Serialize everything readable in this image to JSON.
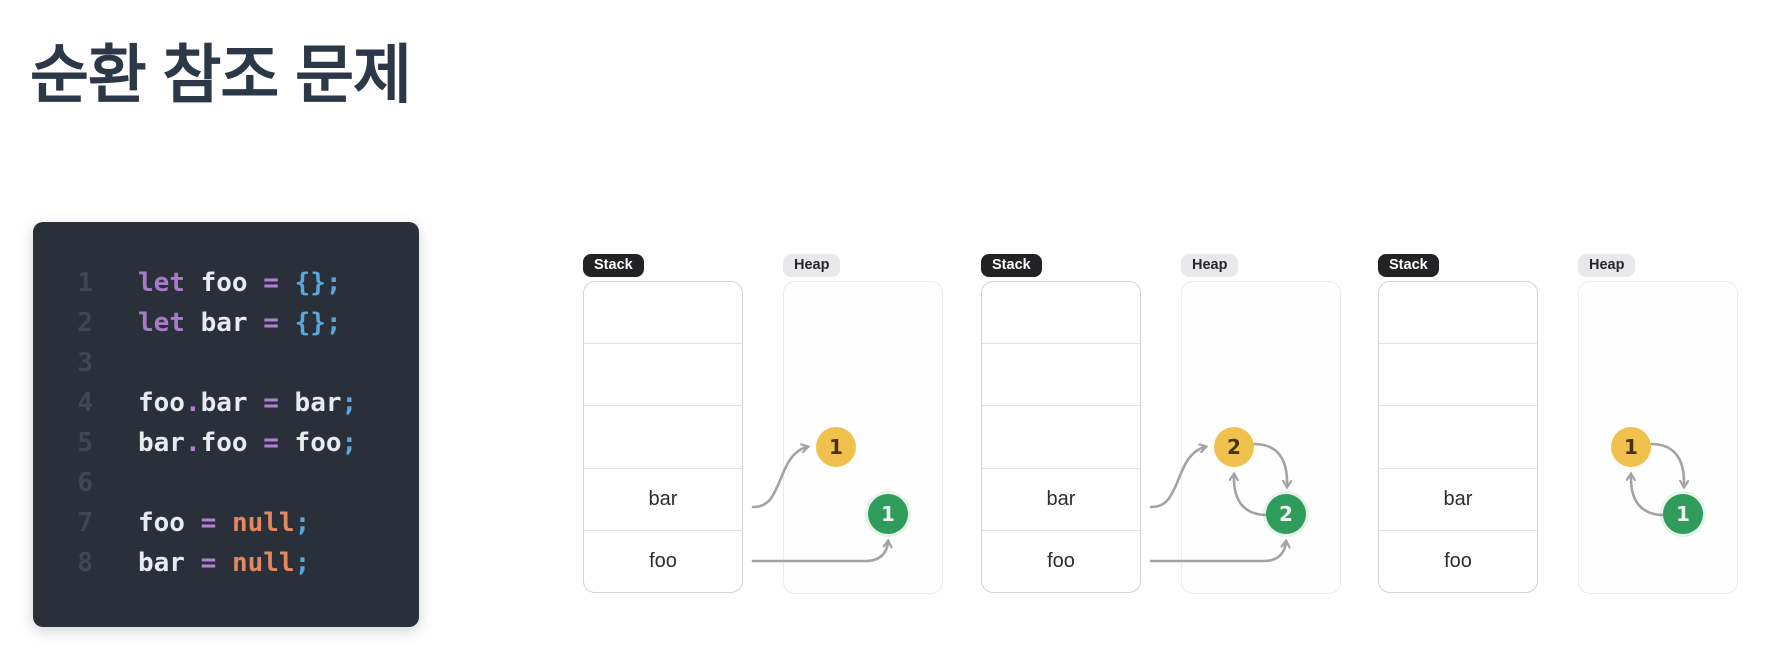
{
  "title": "순환 참조 문제",
  "code": {
    "lines": [
      {
        "num": "1",
        "tokens": [
          [
            "let",
            "kw"
          ],
          [
            " foo ",
            "pl"
          ],
          [
            "=",
            "op"
          ],
          [
            " ",
            "pl"
          ],
          [
            "{};",
            "pu"
          ]
        ]
      },
      {
        "num": "2",
        "tokens": [
          [
            "let",
            "kw"
          ],
          [
            " bar ",
            "pl"
          ],
          [
            "=",
            "op"
          ],
          [
            " ",
            "pl"
          ],
          [
            "{};",
            "pu"
          ]
        ]
      },
      {
        "num": "3",
        "tokens": []
      },
      {
        "num": "4",
        "tokens": [
          [
            "foo",
            "pl"
          ],
          [
            ".",
            "op"
          ],
          [
            "bar ",
            "pl"
          ],
          [
            "=",
            "op"
          ],
          [
            " bar",
            "pl"
          ],
          [
            ";",
            "pu"
          ]
        ]
      },
      {
        "num": "5",
        "tokens": [
          [
            "bar",
            "pl"
          ],
          [
            ".",
            "op"
          ],
          [
            "foo ",
            "pl"
          ],
          [
            "=",
            "op"
          ],
          [
            " foo",
            "pl"
          ],
          [
            ";",
            "pu"
          ]
        ]
      },
      {
        "num": "6",
        "tokens": []
      },
      {
        "num": "7",
        "tokens": [
          [
            "foo ",
            "pl"
          ],
          [
            "=",
            "op"
          ],
          [
            " ",
            "pl"
          ],
          [
            "null",
            "nul"
          ],
          [
            ";",
            "pu"
          ]
        ]
      },
      {
        "num": "8",
        "tokens": [
          [
            "bar ",
            "pl"
          ],
          [
            "=",
            "op"
          ],
          [
            " ",
            "pl"
          ],
          [
            "null",
            "nul"
          ],
          [
            ";",
            "pu"
          ]
        ]
      }
    ]
  },
  "diagrams": [
    {
      "stack_label": "Stack",
      "heap_label": "Heap",
      "cells": [
        "",
        "",
        "",
        "bar",
        "foo"
      ],
      "yellow_value": "1",
      "green_value": "1",
      "arrows": {
        "bar_to_yellow": true,
        "foo_to_green": true,
        "yellow_to_green": false,
        "green_to_yellow": false
      }
    },
    {
      "stack_label": "Stack",
      "heap_label": "Heap",
      "cells": [
        "",
        "",
        "",
        "bar",
        "foo"
      ],
      "yellow_value": "2",
      "green_value": "2",
      "arrows": {
        "bar_to_yellow": true,
        "foo_to_green": true,
        "yellow_to_green": true,
        "green_to_yellow": true
      }
    },
    {
      "stack_label": "Stack",
      "heap_label": "Heap",
      "cells": [
        "",
        "",
        "",
        "bar",
        "foo"
      ],
      "yellow_value": "1",
      "green_value": "1",
      "arrows": {
        "bar_to_yellow": false,
        "foo_to_green": false,
        "yellow_to_green": true,
        "green_to_yellow": true
      }
    }
  ],
  "colors": {
    "title": "#2c3747",
    "code_bg": "#2a303a",
    "line_number": "#3e4754",
    "kw": "#a87bc8",
    "plain": "#e8ecf1",
    "op": "#b77fd4",
    "punct": "#5aa7dc",
    "null": "#e2875f",
    "yellow_node": "#f0c14d",
    "green_node": "#2f9c5c",
    "arrow": "#a3a3a3",
    "stack_badge_bg": "#232326",
    "heap_badge_bg": "#e9e9eb"
  }
}
